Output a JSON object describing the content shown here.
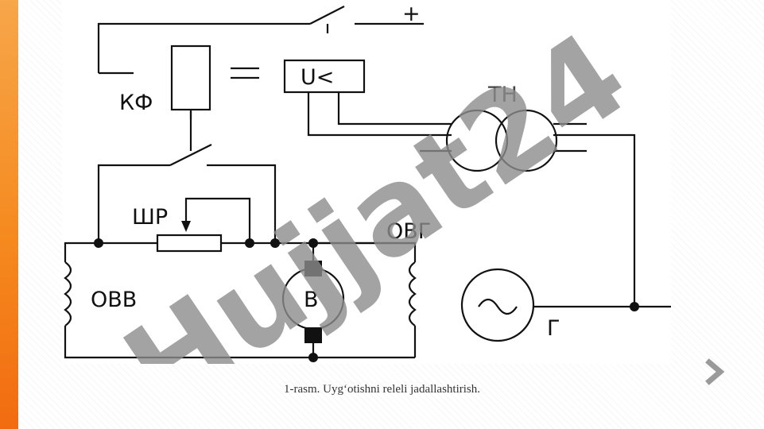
{
  "diagram": {
    "labels": {
      "relay_kf": "КФ",
      "relay_voltage": "U<",
      "transformer": "ТН",
      "rheostat": "ШР",
      "generator_field": "ОВГ",
      "exciter_field": "ОВВ",
      "exciter": "В",
      "generator": "Г",
      "plus": "+"
    },
    "watermark": "Hujjat24"
  },
  "caption": "1-rasm. Uyg‘otishni releli jadallashtirish.",
  "colors": {
    "accent": "#f58a1f",
    "watermark_green": "#8c8c8c",
    "watermark_blue": "#9d94ea"
  },
  "nav": {
    "next_icon": "chevron-right-icon"
  }
}
